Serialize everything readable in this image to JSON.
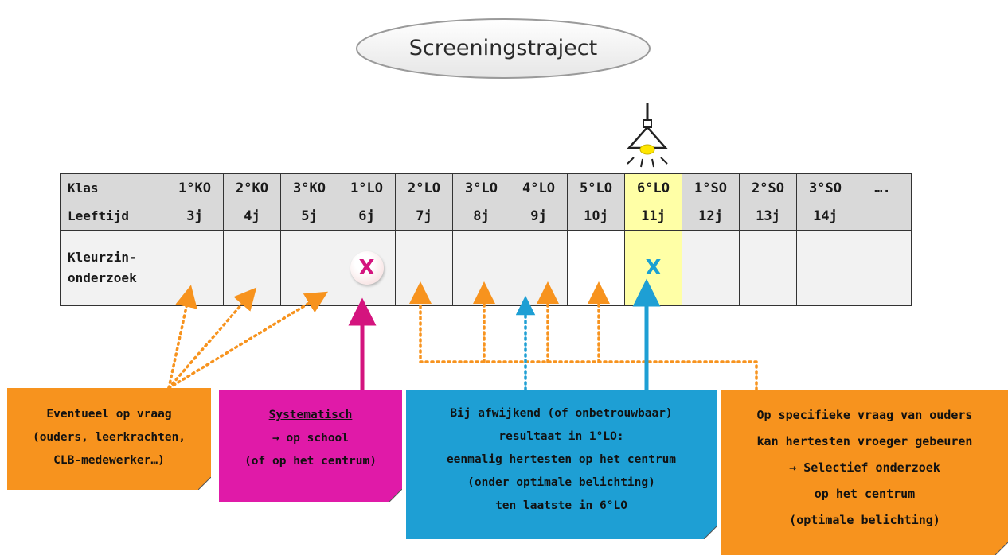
{
  "title": "Screeningstraject",
  "colors": {
    "orange": "#f7931e",
    "magenta": "#e01aa8",
    "blue": "#1e9fd4",
    "highlight_yellow": "#ffffa6",
    "header_gray": "#d9d9d9"
  },
  "icons": {
    "lamp": "ceiling-lamp-icon"
  },
  "table": {
    "row_labels": {
      "klas": "Klas",
      "leeftijd": "Leeftijd",
      "kleurzin_1": "Kleurzin-",
      "kleurzin_2": "onderzoek"
    },
    "columns": [
      {
        "klas": "1°KO",
        "leeftijd": "3j"
      },
      {
        "klas": "2°KO",
        "leeftijd": "4j"
      },
      {
        "klas": "3°KO",
        "leeftijd": "5j"
      },
      {
        "klas": "1°LO",
        "leeftijd": "6j"
      },
      {
        "klas": "2°LO",
        "leeftijd": "7j"
      },
      {
        "klas": "3°LO",
        "leeftijd": "8j"
      },
      {
        "klas": "4°LO",
        "leeftijd": "9j"
      },
      {
        "klas": "5°LO",
        "leeftijd": "10j"
      },
      {
        "klas": "6°LO",
        "leeftijd": "11j"
      },
      {
        "klas": "1°SO",
        "leeftijd": "12j"
      },
      {
        "klas": "2°SO",
        "leeftijd": "13j"
      },
      {
        "klas": "3°SO",
        "leeftijd": "14j"
      },
      {
        "klas": "….",
        "leeftijd": ""
      }
    ],
    "marks": {
      "col_1lo": "X",
      "col_6lo": "X"
    }
  },
  "notes": {
    "on_request": {
      "lines": [
        "Eventueel op vraag",
        "(ouders, leerkrachten,",
        "CLB-medewerker…)"
      ]
    },
    "systematic": {
      "line1": "Systematisch",
      "line2": "→ op school",
      "line3": "(of op het centrum)"
    },
    "retest": {
      "line1": "Bij afwijkend (of onbetrouwbaar)",
      "line2": "resultaat in 1°LO:",
      "line3": "eenmalig hertesten op het centrum",
      "line4": "(onder optimale belichting)",
      "line5": "ten laatste in 6°LO"
    },
    "specific": {
      "line1": "Op specifieke vraag van ouders",
      "line2": "kan hertesten vroeger gebeuren",
      "line3": "→ Selectief onderzoek",
      "line4": "op het centrum",
      "line5": "(optimale belichting)"
    }
  }
}
